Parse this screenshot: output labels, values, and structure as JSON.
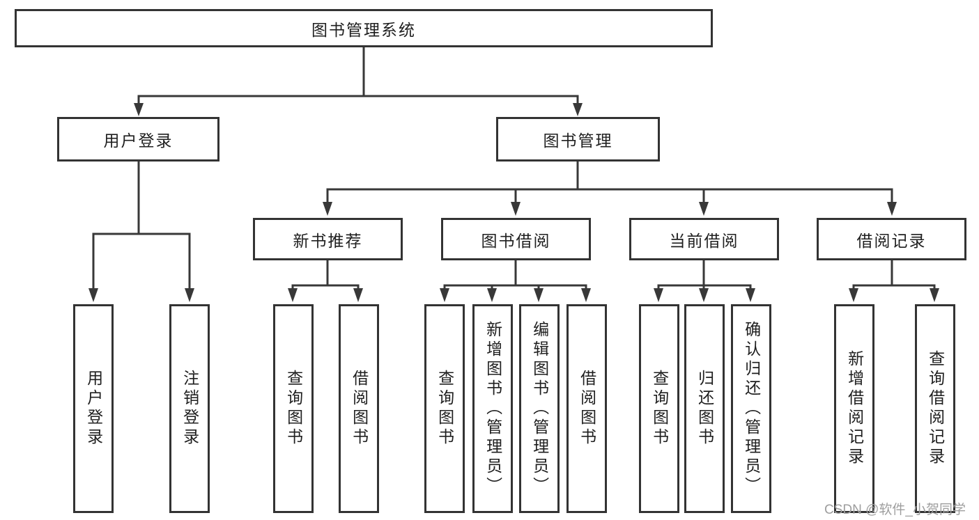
{
  "diagram_title": "图书管理系统",
  "nodes": {
    "root": {
      "label": "图书管理系统"
    },
    "user_login": {
      "label": "用户登录"
    },
    "book_mgmt": {
      "label": "图书管理"
    },
    "new_book_rec": {
      "label": "新书推荐"
    },
    "book_borrow": {
      "label": "图书借阅"
    },
    "current_borrow": {
      "label": "当前借阅"
    },
    "borrow_records": {
      "label": "借阅记录"
    },
    "leaf_user_login": {
      "label": "用户登录"
    },
    "leaf_logout": {
      "label": "注销登录"
    },
    "leaf_query_book_1": {
      "label": "查询图书"
    },
    "leaf_borrow_book_1": {
      "label": "借阅图书"
    },
    "leaf_query_book_2": {
      "label": "查询图书"
    },
    "leaf_add_book": {
      "label": "新增图书（管理员）"
    },
    "leaf_edit_book": {
      "label": "编辑图书（管理员）"
    },
    "leaf_borrow_book_2": {
      "label": "借阅图书"
    },
    "leaf_query_book_3": {
      "label": "查询图书"
    },
    "leaf_return_book": {
      "label": "归还图书"
    },
    "leaf_confirm_return": {
      "label": "确认归还（管理员）"
    },
    "leaf_add_record": {
      "label": "新增借阅记录"
    },
    "leaf_query_record": {
      "label": "查询借阅记录"
    }
  },
  "hierarchy": {
    "root": "图书管理系统",
    "children": [
      {
        "label": "用户登录",
        "children": [
          "用户登录",
          "注销登录"
        ]
      },
      {
        "label": "图书管理",
        "children": [
          {
            "label": "新书推荐",
            "children": [
              "查询图书",
              "借阅图书"
            ]
          },
          {
            "label": "图书借阅",
            "children": [
              "查询图书",
              "新增图书（管理员）",
              "编辑图书（管理员）",
              "借阅图书"
            ]
          },
          {
            "label": "当前借阅",
            "children": [
              "查询图书",
              "归还图书",
              "确认归还（管理员）"
            ]
          },
          {
            "label": "借阅记录",
            "children": [
              "新增借阅记录",
              "查询借阅记录"
            ]
          }
        ]
      }
    ]
  },
  "watermark": {
    "text": "CSDN @软件_小贺同学"
  },
  "colors": {
    "background": "#ffffff",
    "box_border": "#333333",
    "connector_line": "#383838",
    "text": "#1f1f1f",
    "watermark": "#9e9e9e"
  }
}
